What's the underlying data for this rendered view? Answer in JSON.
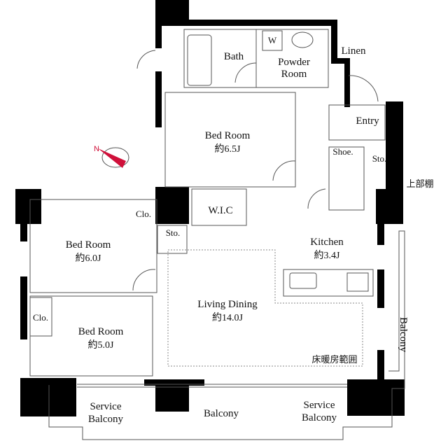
{
  "rooms": {
    "bath": "Bath",
    "washer": "W",
    "powder_room": [
      "Powder",
      "Room"
    ],
    "linen": "Linen",
    "entry": "Entry",
    "shoe": "Shoe.",
    "entry_storage": "Sto.",
    "upper_shelf": "上部棚",
    "bedroom_main": {
      "name": "Bed Room",
      "area": "約6.5J"
    },
    "wic": "W.I.C",
    "bedroom_west": {
      "name": "Bed Room",
      "area": "約6.0J"
    },
    "closet_west": "Clo.",
    "hall_storage": "Sto.",
    "kitchen": {
      "name": "Kitchen",
      "area": "約3.4J"
    },
    "living_dining": {
      "name": "Living Dining",
      "area": "約14.0J"
    },
    "floor_heating": "床暖房範囲",
    "bedroom_south": {
      "name": "Bed Room",
      "area": "約5.0J"
    },
    "closet_south": "Clo.",
    "balcony_east": "Balcony",
    "balcony_south": "Balcony",
    "service_balcony_left": [
      "Service",
      "Balcony"
    ],
    "service_balcony_right": [
      "Service",
      "Balcony"
    ]
  },
  "compass": {
    "label": "N",
    "color": "#d0103a"
  },
  "colors": {
    "wall": "#000000",
    "line": "#555555",
    "accent": "#d0103a"
  }
}
